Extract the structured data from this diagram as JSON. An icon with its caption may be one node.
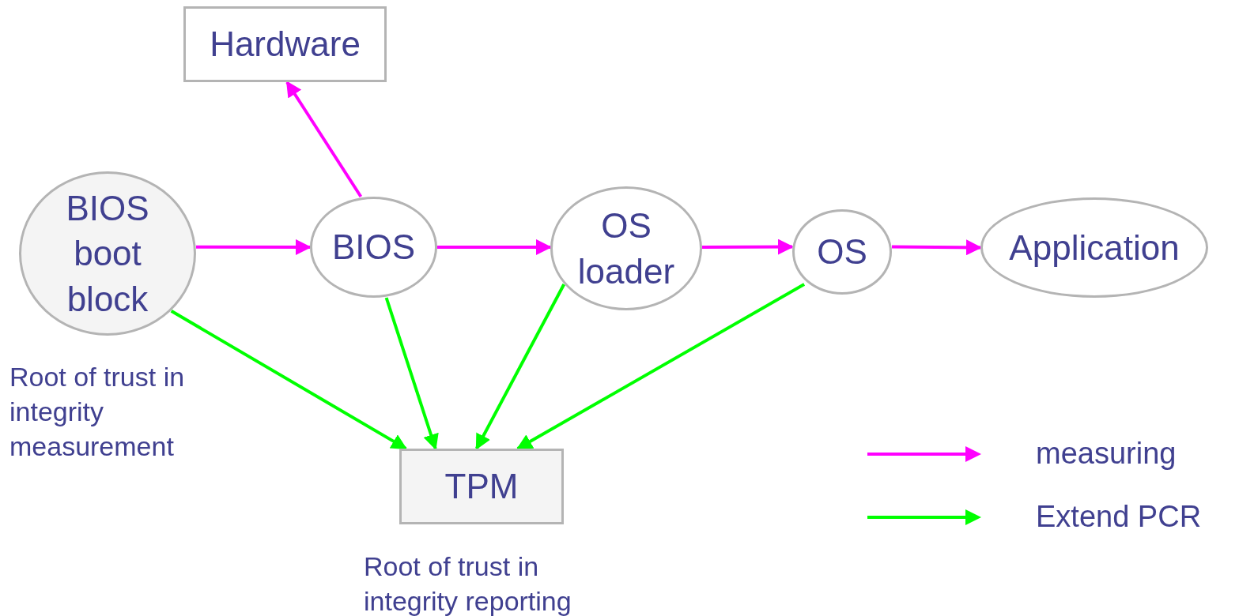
{
  "diagram": {
    "nodes": [
      {
        "text": [
          "Hardware"
        ]
      },
      {
        "text": [
          "BIOS boot block"
        ],
        "beside": [
          "Root of trust in integrity measurement"
        ]
      },
      {
        "text": [
          "BIOS"
        ]
      },
      {
        "text": [
          "OS loader"
        ]
      },
      {
        "text": [
          "OS"
        ]
      },
      {
        "text": [
          "Application"
        ]
      },
      {
        "text": [
          "TPM"
        ],
        "beside": [
          "Root of trust in integrity reporting"
        ]
      }
    ],
    "edges": [
      {
        "from": 1,
        "to": 2,
        "arrow": "to"
      },
      {
        "from": 2,
        "to": 0,
        "arrow": "to"
      },
      {
        "from": 2,
        "to": 3,
        "arrow": "to"
      },
      {
        "from": 3,
        "to": 4,
        "arrow": "to"
      },
      {
        "from": 4,
        "to": 5,
        "arrow": "to"
      },
      {
        "from": 1,
        "to": 6,
        "arrow": "to",
        "color": "#00ff00"
      },
      {
        "from": 2,
        "to": 6,
        "arrow": "to",
        "color": "#00ff00"
      },
      {
        "from": 3,
        "to": 6,
        "arrow": "to",
        "color": "#00ff00"
      },
      {
        "from": 4,
        "to": 6,
        "arrow": "to",
        "color": "#00ff00"
      }
    ],
    "legend": [
      {
        "text": "measuring",
        "color": "#ff00ff"
      },
      {
        "text": "Extend PCR",
        "color": "#00ff00"
      }
    ]
  }
}
